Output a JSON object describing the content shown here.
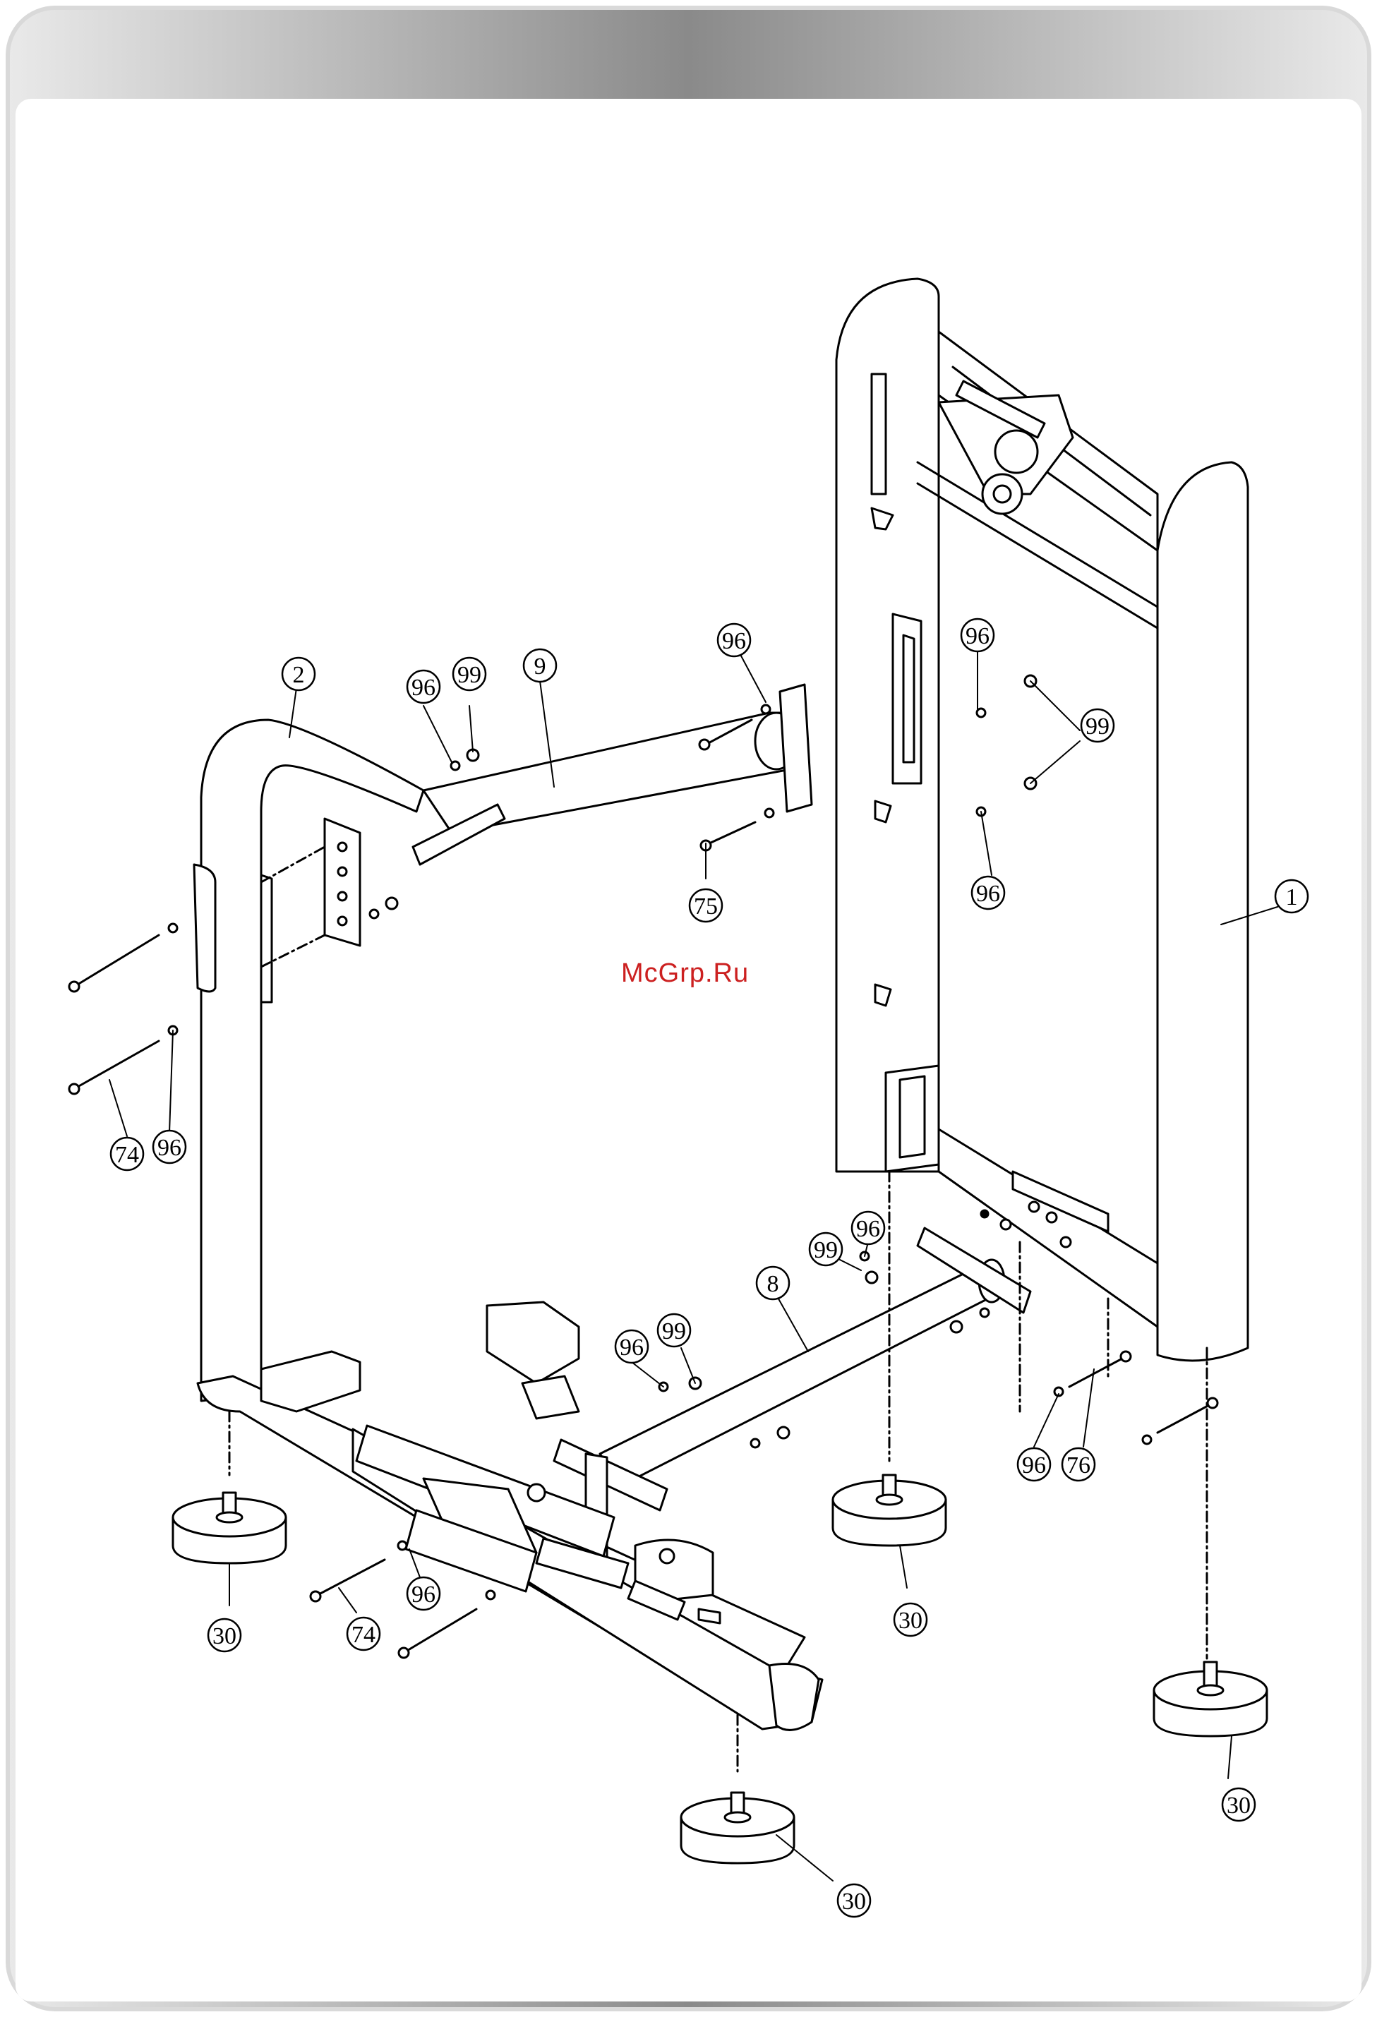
{
  "watermark": "McGrp.Ru",
  "callouts": {
    "c1": "1",
    "c2": "2",
    "c8": "8",
    "c9": "9",
    "c30a": "30",
    "c30b": "30",
    "c30c": "30",
    "c30d": "30",
    "c74a": "74",
    "c74b": "74",
    "c75": "75",
    "c76": "76",
    "c96a": "96",
    "c96b": "96",
    "c96c": "96",
    "c96d": "96",
    "c96e": "96",
    "c96f": "96",
    "c96g": "96",
    "c96h": "96",
    "c96i": "96",
    "c99a": "99",
    "c99b": "99",
    "c99c": "99",
    "c99d": "99"
  }
}
